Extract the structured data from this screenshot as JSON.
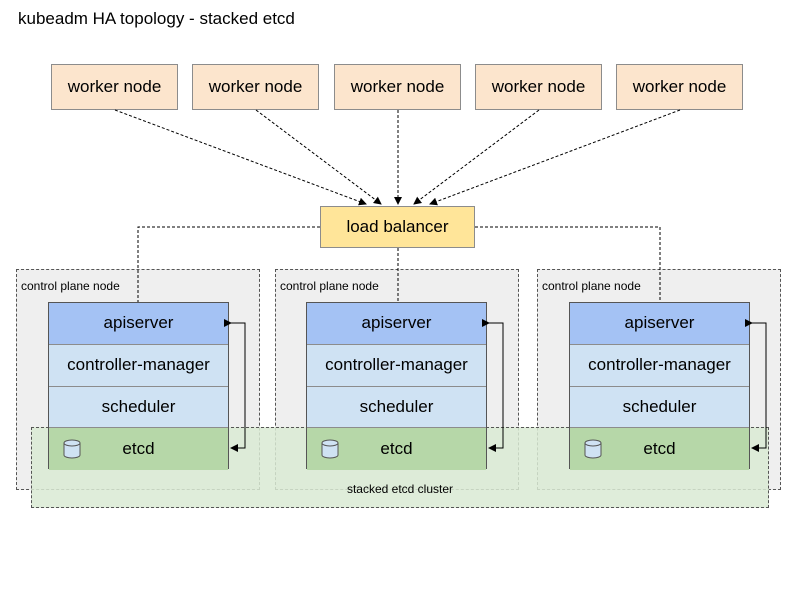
{
  "title": "kubeadm HA topology - stacked etcd",
  "workers": [
    "worker node",
    "worker node",
    "worker node",
    "worker node",
    "worker node"
  ],
  "load_balancer": "load balancer",
  "control_plane_label": "control plane node",
  "components": {
    "apiserver": "apiserver",
    "controller_manager": "controller-manager",
    "scheduler": "scheduler",
    "etcd": "etcd"
  },
  "etcd_cluster_label": "stacked etcd cluster",
  "colors": {
    "worker": "#fce5cd",
    "load_balancer": "#ffe599",
    "control_plane_bg": "#efefef",
    "apiserver": "#a4c2f4",
    "controller_manager": "#cfe2f3",
    "scheduler": "#cfe2f3",
    "etcd": "#b6d7a8",
    "etcd_cluster": "#d9ead3"
  }
}
